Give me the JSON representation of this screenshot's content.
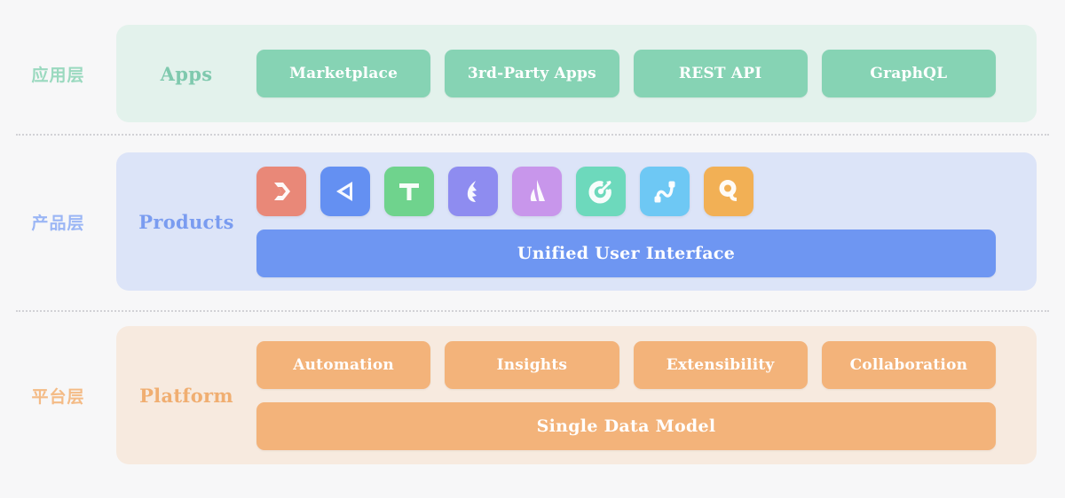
{
  "layers": [
    {
      "id": "apps",
      "tag": "应用层",
      "title": "Apps",
      "panel_color": "#E3F2EC",
      "accent_color": "#86D3B4",
      "items": [
        {
          "label": "Marketplace"
        },
        {
          "label": "3rd-Party Apps"
        },
        {
          "label": "REST API"
        },
        {
          "label": "GraphQL"
        }
      ]
    },
    {
      "id": "products",
      "tag": "产品层",
      "title": "Products",
      "panel_color": "#DCE4F8",
      "accent_color": "#6E96F2",
      "icons": [
        {
          "name": "chevron-arrow-icon",
          "color": "#E98878"
        },
        {
          "name": "triangle-arrow-icon",
          "color": "#6490F2"
        },
        {
          "name": "letter-t-icon",
          "color": "#6FD38D"
        },
        {
          "name": "ribbon-flame-icon",
          "color": "#8E8CF0"
        },
        {
          "name": "letter-a-icon",
          "color": "#C896EB"
        },
        {
          "name": "target-dart-icon",
          "color": "#6DD9BC"
        },
        {
          "name": "flow-curve-icon",
          "color": "#6EC8F4"
        },
        {
          "name": "search-bubble-icon",
          "color": "#F2B055"
        }
      ],
      "bar_label": "Unified User Interface"
    },
    {
      "id": "platform",
      "tag": "平台层",
      "title": "Platform",
      "panel_color": "#F7EADF",
      "accent_color": "#F3B37A",
      "items": [
        {
          "label": "Automation"
        },
        {
          "label": "Insights"
        },
        {
          "label": "Extensibility"
        },
        {
          "label": "Collaboration"
        }
      ],
      "bar_label": "Single Data Model"
    }
  ],
  "background_color": "#F7F7F8",
  "divider_color": "#D2D2D6"
}
